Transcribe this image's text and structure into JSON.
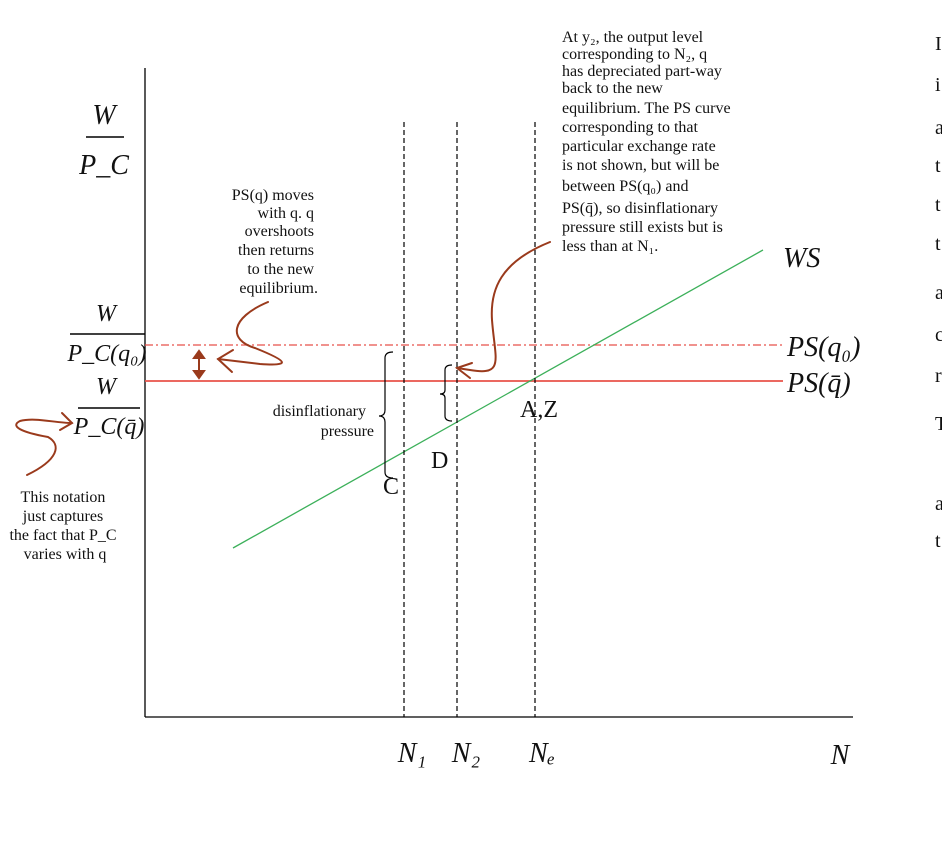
{
  "axes": {
    "y_label_num": "W",
    "y_label_den": "P_C",
    "x_label": "N"
  },
  "y_ticks": {
    "upper_num": "W",
    "upper_den": "P_C(q₀)",
    "lower_num": "W",
    "lower_den": "P_C(q̄)"
  },
  "x_ticks": [
    "N₁",
    "N₂",
    "Nₑ"
  ],
  "curves": {
    "ws": "WS",
    "ps_q0": "PS(q₀)",
    "ps_qbar": "PS(q̄)"
  },
  "points": {
    "az": "A,Z",
    "c": "C",
    "d": "D"
  },
  "annotations": {
    "ps_moves": [
      "PS(q) moves",
      "with q. q",
      "overshoots",
      "then returns",
      "to the new",
      "equilibrium."
    ],
    "notation": [
      "This notation",
      "just captures",
      "the fact that P_C",
      "varies with q"
    ],
    "disinflation": [
      "disinflationary",
      "pressure"
    ],
    "at_y2": [
      "At y₂, the output level",
      "corresponding to N₂, q",
      "has depreciated part-way",
      "back to the new",
      "equilibrium. The PS curve",
      "corresponding to that",
      "particular exchange rate",
      "is not shown, but will be",
      "between PS(q₀) and",
      "PS(q̄), so disinflationary",
      "pressure still exists but is",
      "less than at N₁."
    ]
  },
  "cut_off_text": [
    "I",
    "i",
    "a",
    "t",
    "t",
    "t",
    "a",
    "c",
    "r",
    "T",
    "a",
    "t"
  ],
  "colors": {
    "ws_line": "#3cb05a",
    "ps_line": "#e8524a",
    "annotation_arrow": "#9a3a1c",
    "axis": "#000000"
  }
}
